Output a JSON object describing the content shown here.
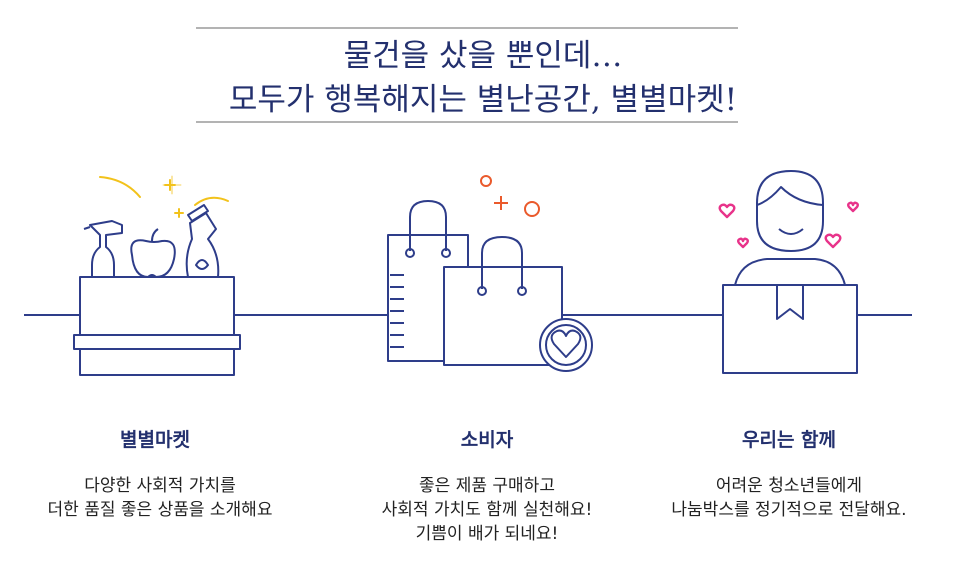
{
  "headline": {
    "line1": "물건을 샀을 뿐인데…",
    "line2": "모두가 행복해지는 별난공간, 별별마켓!"
  },
  "columns": [
    {
      "icon": "grocery-box-icon",
      "title": "별별마켓",
      "desc": [
        "다양한 사회적 가치를",
        "더한 품질 좋은 상품을 소개해요"
      ]
    },
    {
      "icon": "shopping-bags-icon",
      "title": "소비자",
      "desc": [
        "좋은 제품 구매하고",
        "사회적 가치도 함께 실천해요!",
        "기쁨이 배가 되네요!"
      ]
    },
    {
      "icon": "person-with-box-icon",
      "title": "우리는 함께",
      "desc": [
        "어려운 청소년들에게",
        "나눔박스를 정기적으로 전달해요."
      ]
    }
  ],
  "colors": {
    "navy": "#2e3d8a",
    "headline": "#23306e",
    "yellow": "#f2c21b",
    "orange": "#ea5a2c",
    "pink": "#e8338a",
    "rule": "#b3b3b3"
  }
}
